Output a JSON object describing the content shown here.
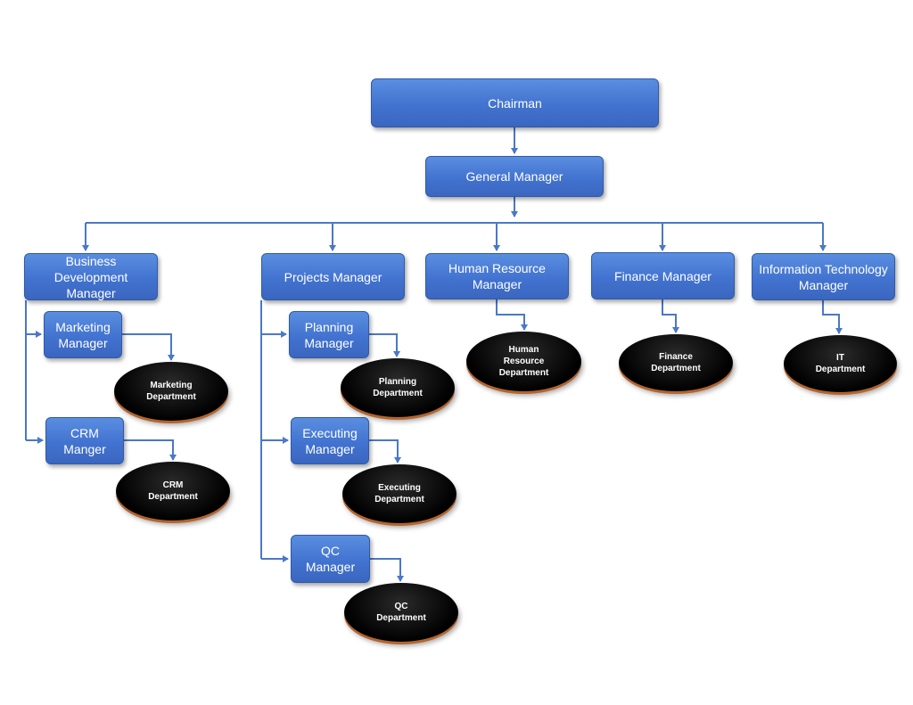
{
  "colors": {
    "manager_box": "#4273d0",
    "connector": "#4a78c8",
    "department": "#000000",
    "department_rim": "#b8632a"
  },
  "nodes": {
    "chairman": "Chairman",
    "general_manager": "General Manager",
    "business_development_manager": "Business\nDevelopment\nManager",
    "projects_manager": "Projects Manager",
    "human_resource_manager": "Human Resource\nManager",
    "finance_manager": "Finance Manager",
    "it_manager": "Information Technology\nManager",
    "marketing_manager": "Marketing\nManager",
    "crm_manager": "CRM\nManger",
    "planning_manager": "Planning\nManager",
    "executing_manager": "Executing\nManager",
    "qc_manager": "QC\nManager"
  },
  "departments": {
    "marketing": "Marketing\nDepartment",
    "crm": "CRM\nDepartment",
    "planning": "Planning\nDepartment",
    "executing": "Executing\nDepartment",
    "qc": "QC\nDepartment",
    "human_resource": "Human\nResource\nDepartment",
    "finance": "Finance\nDepartment",
    "it": "IT\nDepartment"
  }
}
